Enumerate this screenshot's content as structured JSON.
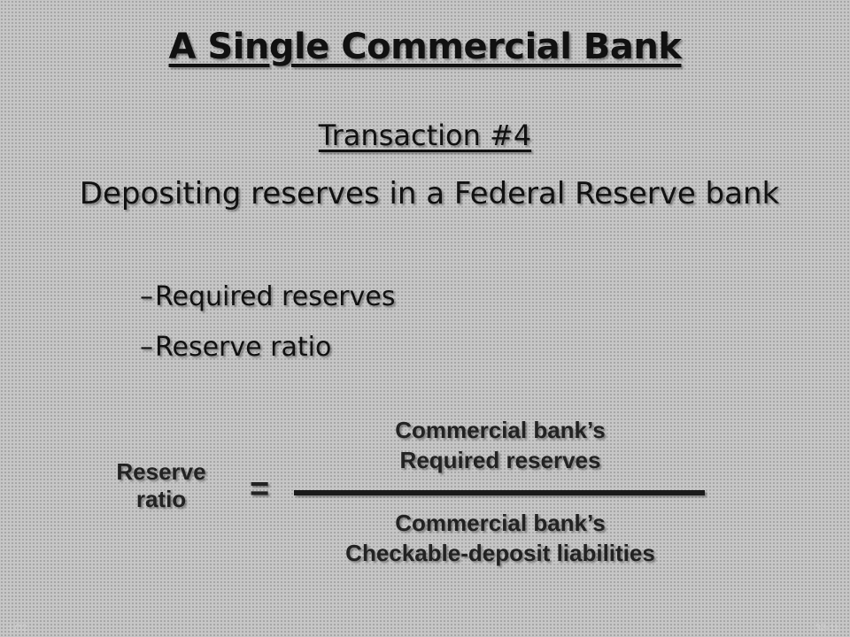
{
  "slide": {
    "title": "A Single Commercial Bank",
    "subtitle": "Transaction #4",
    "body": "Depositing reserves in a Federal Reserve bank",
    "bullets": [
      "Required reserves",
      "Reserve ratio"
    ],
    "bullet_marker": "–"
  },
  "formula": {
    "lhs_line1": "Reserve",
    "lhs_line2": "ratio",
    "operator": "=",
    "numerator_line1": "Commercial bank’s",
    "numerator_line2": "Required reserves",
    "denominator_line1": "Commercial bank’s",
    "denominator_line2": "Checkable-deposit liabilities"
  },
  "footer": {
    "left": "LO2",
    "right": "32-11"
  }
}
